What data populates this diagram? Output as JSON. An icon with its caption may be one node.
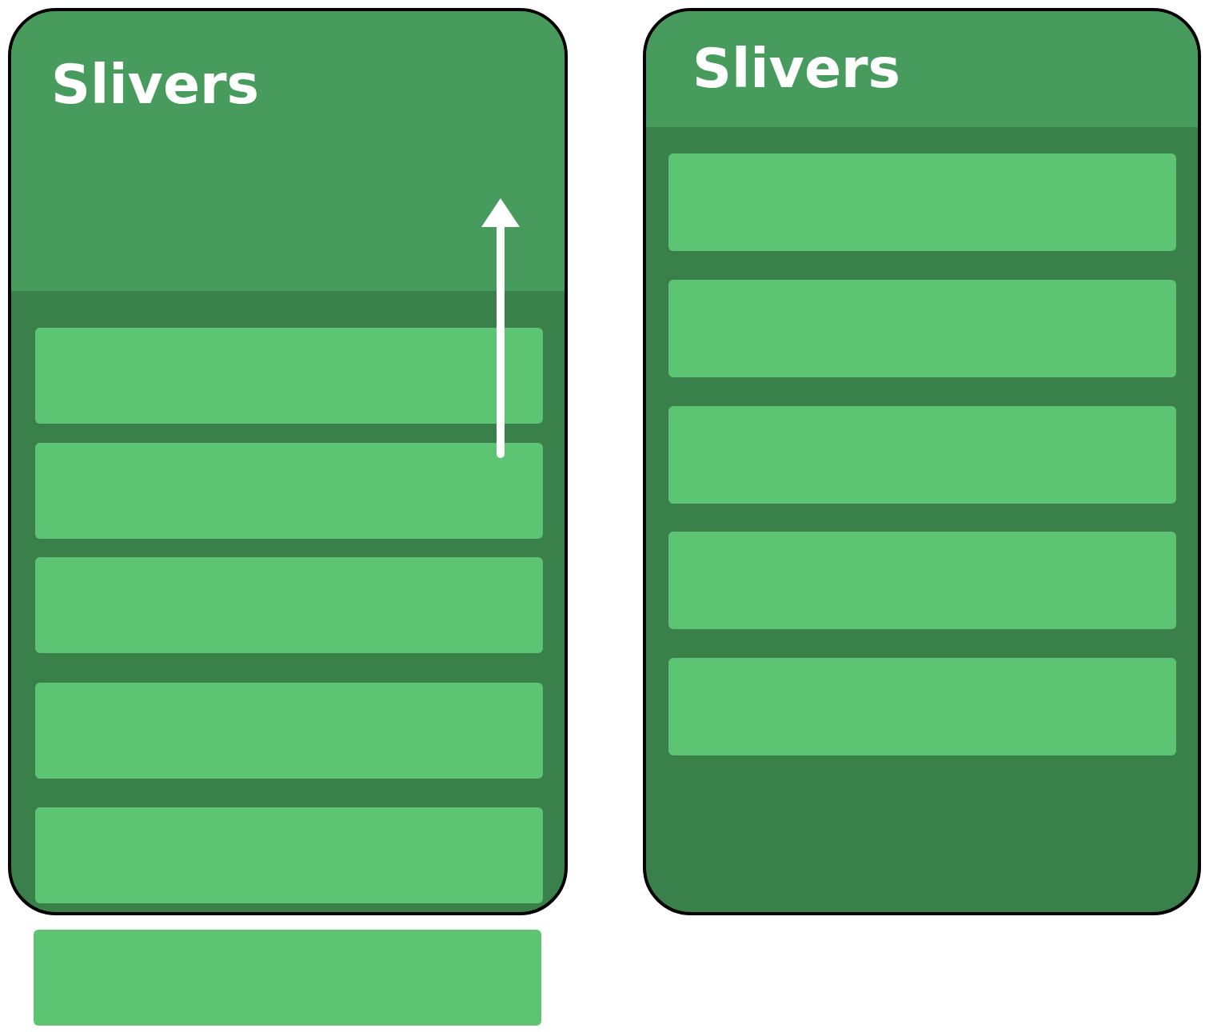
{
  "diagram": {
    "nodes": [
      {
        "text": [
          "Slivers"
        ]
      },
      {
        "text": [],
        "shape": "bar",
        "in": 0
      },
      {
        "text": [],
        "shape": "bar",
        "in": 0
      },
      {
        "text": [],
        "shape": "bar",
        "in": 0
      },
      {
        "text": [],
        "shape": "bar",
        "in": 0
      },
      {
        "text": [],
        "shape": "bar",
        "in": 0
      },
      {
        "text": [],
        "shape": "bar"
      },
      {
        "text": [
          "Slivers"
        ]
      },
      {
        "text": [],
        "shape": "bar",
        "in": 7
      },
      {
        "text": [],
        "shape": "bar",
        "in": 7
      },
      {
        "text": [],
        "shape": "bar",
        "in": 7
      },
      {
        "text": [],
        "shape": "bar",
        "in": 7
      },
      {
        "text": [],
        "shape": "bar",
        "in": 7
      }
    ]
  }
}
